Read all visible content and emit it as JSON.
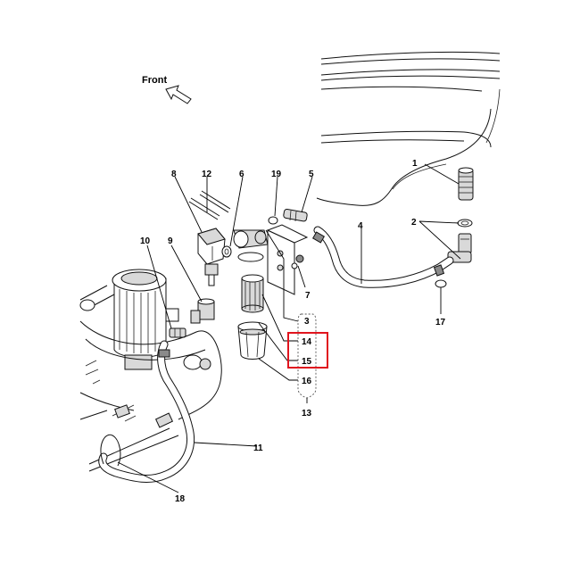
{
  "direction_label": "Front",
  "callouts": {
    "c1": "1",
    "c2": "2",
    "c3": "3",
    "c4": "4",
    "c5": "5",
    "c6": "6",
    "c7": "7",
    "c8": "8",
    "c9": "9",
    "c10": "10",
    "c11": "11",
    "c12": "12",
    "c13": "13",
    "c14": "14",
    "c15": "15",
    "c16": "16",
    "c17": "17",
    "c18": "18",
    "c19": "19"
  },
  "highlight": {
    "items": [
      "14",
      "15"
    ],
    "color": "#e0141e"
  },
  "colors": {
    "line": "#111111",
    "background": "#ffffff"
  },
  "icons": [
    "arrow-front-icon"
  ]
}
